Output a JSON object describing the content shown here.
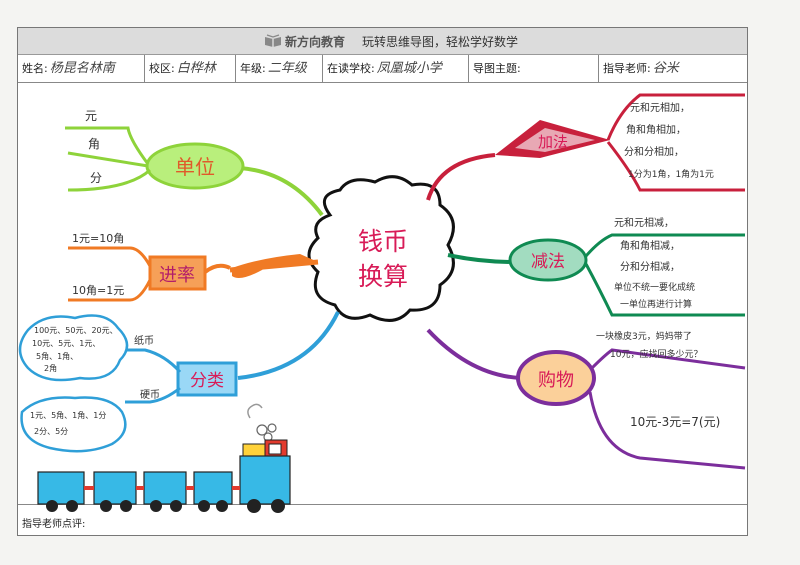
{
  "header": {
    "brand_name": "新方向教育",
    "slogan": "玩转思维导图，轻松学好数学"
  },
  "info": {
    "name_label": "姓名:",
    "name_value": "杨昆名林南",
    "campus_label": "校区:",
    "campus_value": "白桦林",
    "grade_label": "年级:",
    "grade_value": "二年级",
    "school_label": "在读学校:",
    "school_value": "凤凰城小学",
    "topic_label": "导图主题:",
    "topic_value": "",
    "teacher_label": "指导老师:",
    "teacher_value": "谷米"
  },
  "footer": {
    "comment_label": "指导老师点评:"
  },
  "mindmap": {
    "center": [
      "钱币",
      "换算"
    ],
    "branches": {
      "unit": {
        "label": "单位",
        "leaves": [
          "元",
          "角",
          "分"
        ]
      },
      "rate": {
        "label": "进率",
        "leaves": [
          "1元=10角",
          "10角=1元"
        ]
      },
      "category": {
        "label": "分类",
        "paper": "纸币",
        "paper_items": [
          "100元、50元、20元、",
          "10元、5元、1元、",
          "5角、1角、",
          "2角"
        ],
        "coin": "硬币",
        "coin_items": [
          "1元、5角、1角、1分",
          "2分、5分"
        ]
      },
      "add": {
        "label": "加法",
        "leaves": [
          "元和元相加，",
          "角和角相加，",
          "分和分相加，",
          "1分为1角，1角为1元"
        ]
      },
      "sub": {
        "label": "减法",
        "leaves": [
          "元和元相减，",
          "角和角相减，",
          "分和分相减，",
          "单位不统一要化成统",
          "一单位再进行计算"
        ]
      },
      "shop": {
        "label": "购物",
        "leaves": [
          "一块橡皮3元，妈妈带了",
          "10元，应找回多少元？",
          "10元-3元=7(元)"
        ]
      }
    }
  },
  "colors": {
    "unit": "#8ed33a",
    "rate": "#f07a24",
    "category": "#2f9fd8",
    "add": "#c8203c",
    "sub": "#0f8a52",
    "shop": "#7c2e9c",
    "center_text": "#d81b57"
  }
}
